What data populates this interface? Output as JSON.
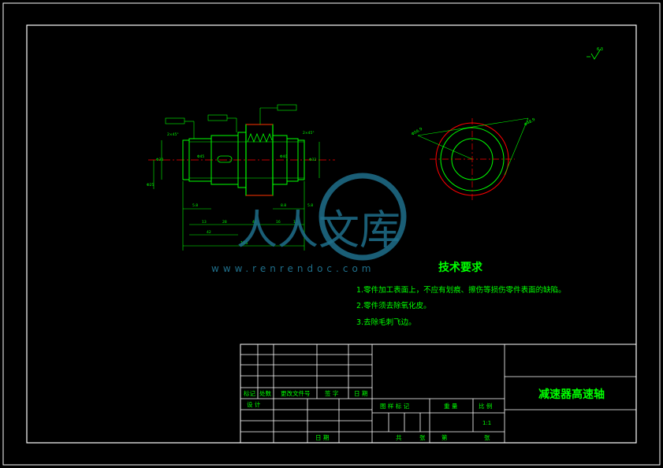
{
  "watermark": {
    "brand": "人人文库",
    "url": "www.renrendoc.com"
  },
  "tech_requirements": {
    "title": "技术要求",
    "items": [
      "1.零件加工表面上，不应有划痕、擦伤等损伤零件表面的缺陷。",
      "2.零件须去除氧化皮。",
      "3.去除毛刺飞边。"
    ]
  },
  "title_block": {
    "part_name": "减速器高速轴",
    "scale": "1:1",
    "revision_headers": [
      "标记",
      "处数",
      "更改文件号",
      "签 字",
      "日 期"
    ],
    "design_label": "设 计",
    "date_label": "日 期",
    "stage_headers": [
      "图 样 标 记",
      "重 量",
      "比 例"
    ],
    "sheet_labels": [
      "共",
      "张",
      "第",
      "张"
    ]
  },
  "dimensions": {
    "total_length": "185",
    "lengths": [
      "5.8",
      "13",
      "28",
      "44",
      "16",
      "8.8",
      "13",
      "5.8",
      "42"
    ],
    "diameters": [
      "Φ30",
      "Φ45",
      "Φ40",
      "Φ32",
      "Φ25"
    ],
    "chamfer_left": "2×45°",
    "chamfer_right": "2×45°",
    "section_dims": [
      "Φ56.9",
      "Φ48.9"
    ],
    "surface_finish": "6.3"
  },
  "colors": {
    "frame": "#ffffff",
    "drawing": "#00ff00",
    "accent": "#ff0000",
    "watermark": "#1f6f8b"
  }
}
